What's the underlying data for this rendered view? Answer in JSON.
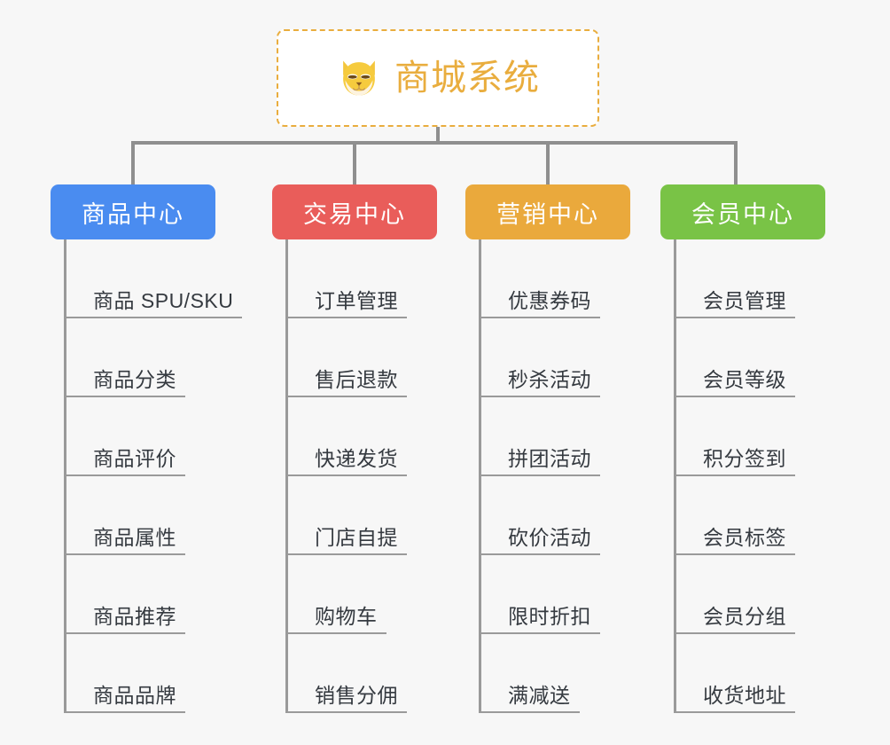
{
  "page": {
    "background_color": "#f7f7f7",
    "text_color": "#353a40",
    "line_color": "#9a9a9a"
  },
  "root": {
    "title": "商城系统",
    "icon": "shiba-dog-face-emoji",
    "accent_color": "#e9ad3e",
    "border_style": "dashed"
  },
  "columns": [
    {
      "title": "商品中心",
      "color": "#4a8cf0",
      "items": [
        "商品 SPU/SKU",
        "商品分类",
        "商品评价",
        "商品属性",
        "商品推荐",
        "商品品牌"
      ]
    },
    {
      "title": "交易中心",
      "color": "#e95d5a",
      "items": [
        "订单管理",
        "售后退款",
        "快递发货",
        "门店自提",
        "购物车",
        "销售分佣"
      ]
    },
    {
      "title": "营销中心",
      "color": "#eaa93c",
      "items": [
        "优惠券码",
        "秒杀活动",
        "拼团活动",
        "砍价活动",
        "限时折扣",
        "满减送"
      ]
    },
    {
      "title": "会员中心",
      "color": "#79c346",
      "items": [
        "会员管理",
        "会员等级",
        "积分签到",
        "会员标签",
        "会员分组",
        "收货地址"
      ]
    }
  ]
}
